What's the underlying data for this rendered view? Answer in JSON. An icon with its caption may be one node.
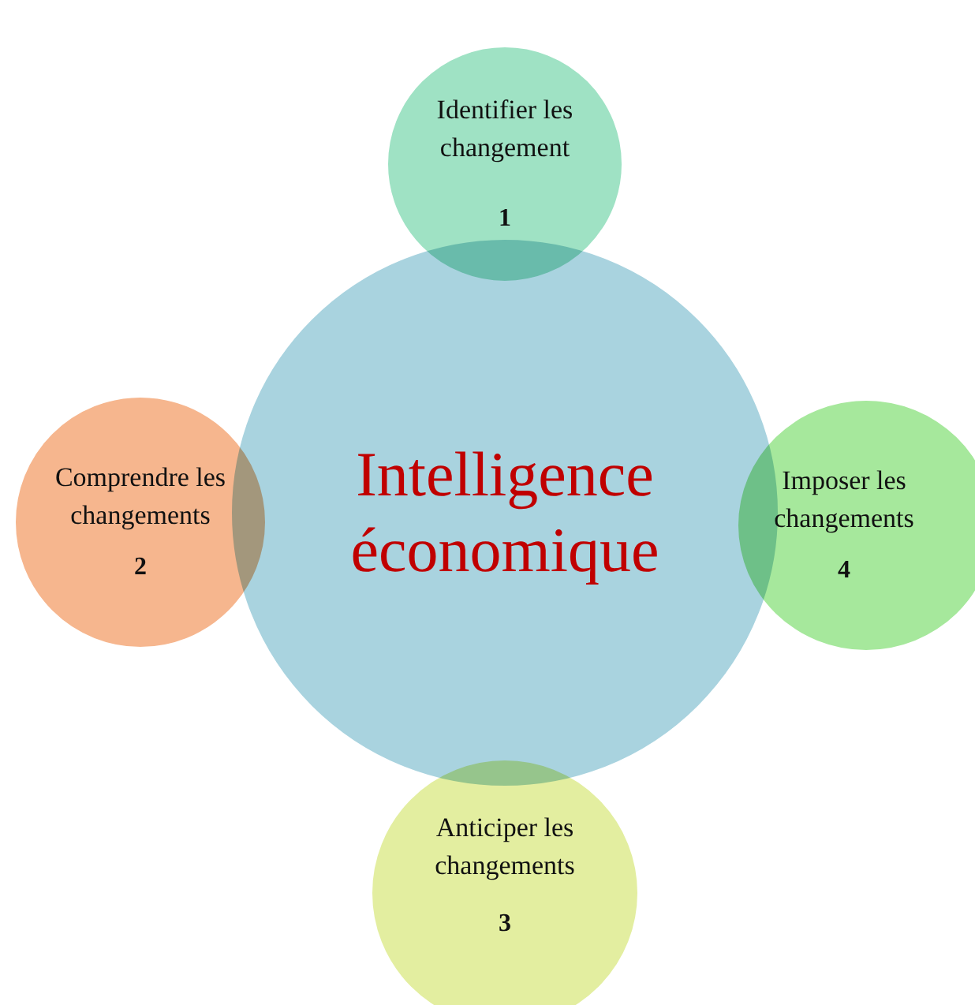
{
  "diagram": {
    "nodes": [
      {
        "text": [
          "Intelligence économique"
        ]
      },
      {
        "text": [
          "Identifier les changement",
          "1"
        ]
      },
      {
        "text": [
          "Comprendre les changements",
          "2"
        ]
      },
      {
        "text": [
          "Imposer les changements",
          "4"
        ]
      },
      {
        "text": [
          "Anticiper les changements",
          "3"
        ]
      }
    ]
  }
}
